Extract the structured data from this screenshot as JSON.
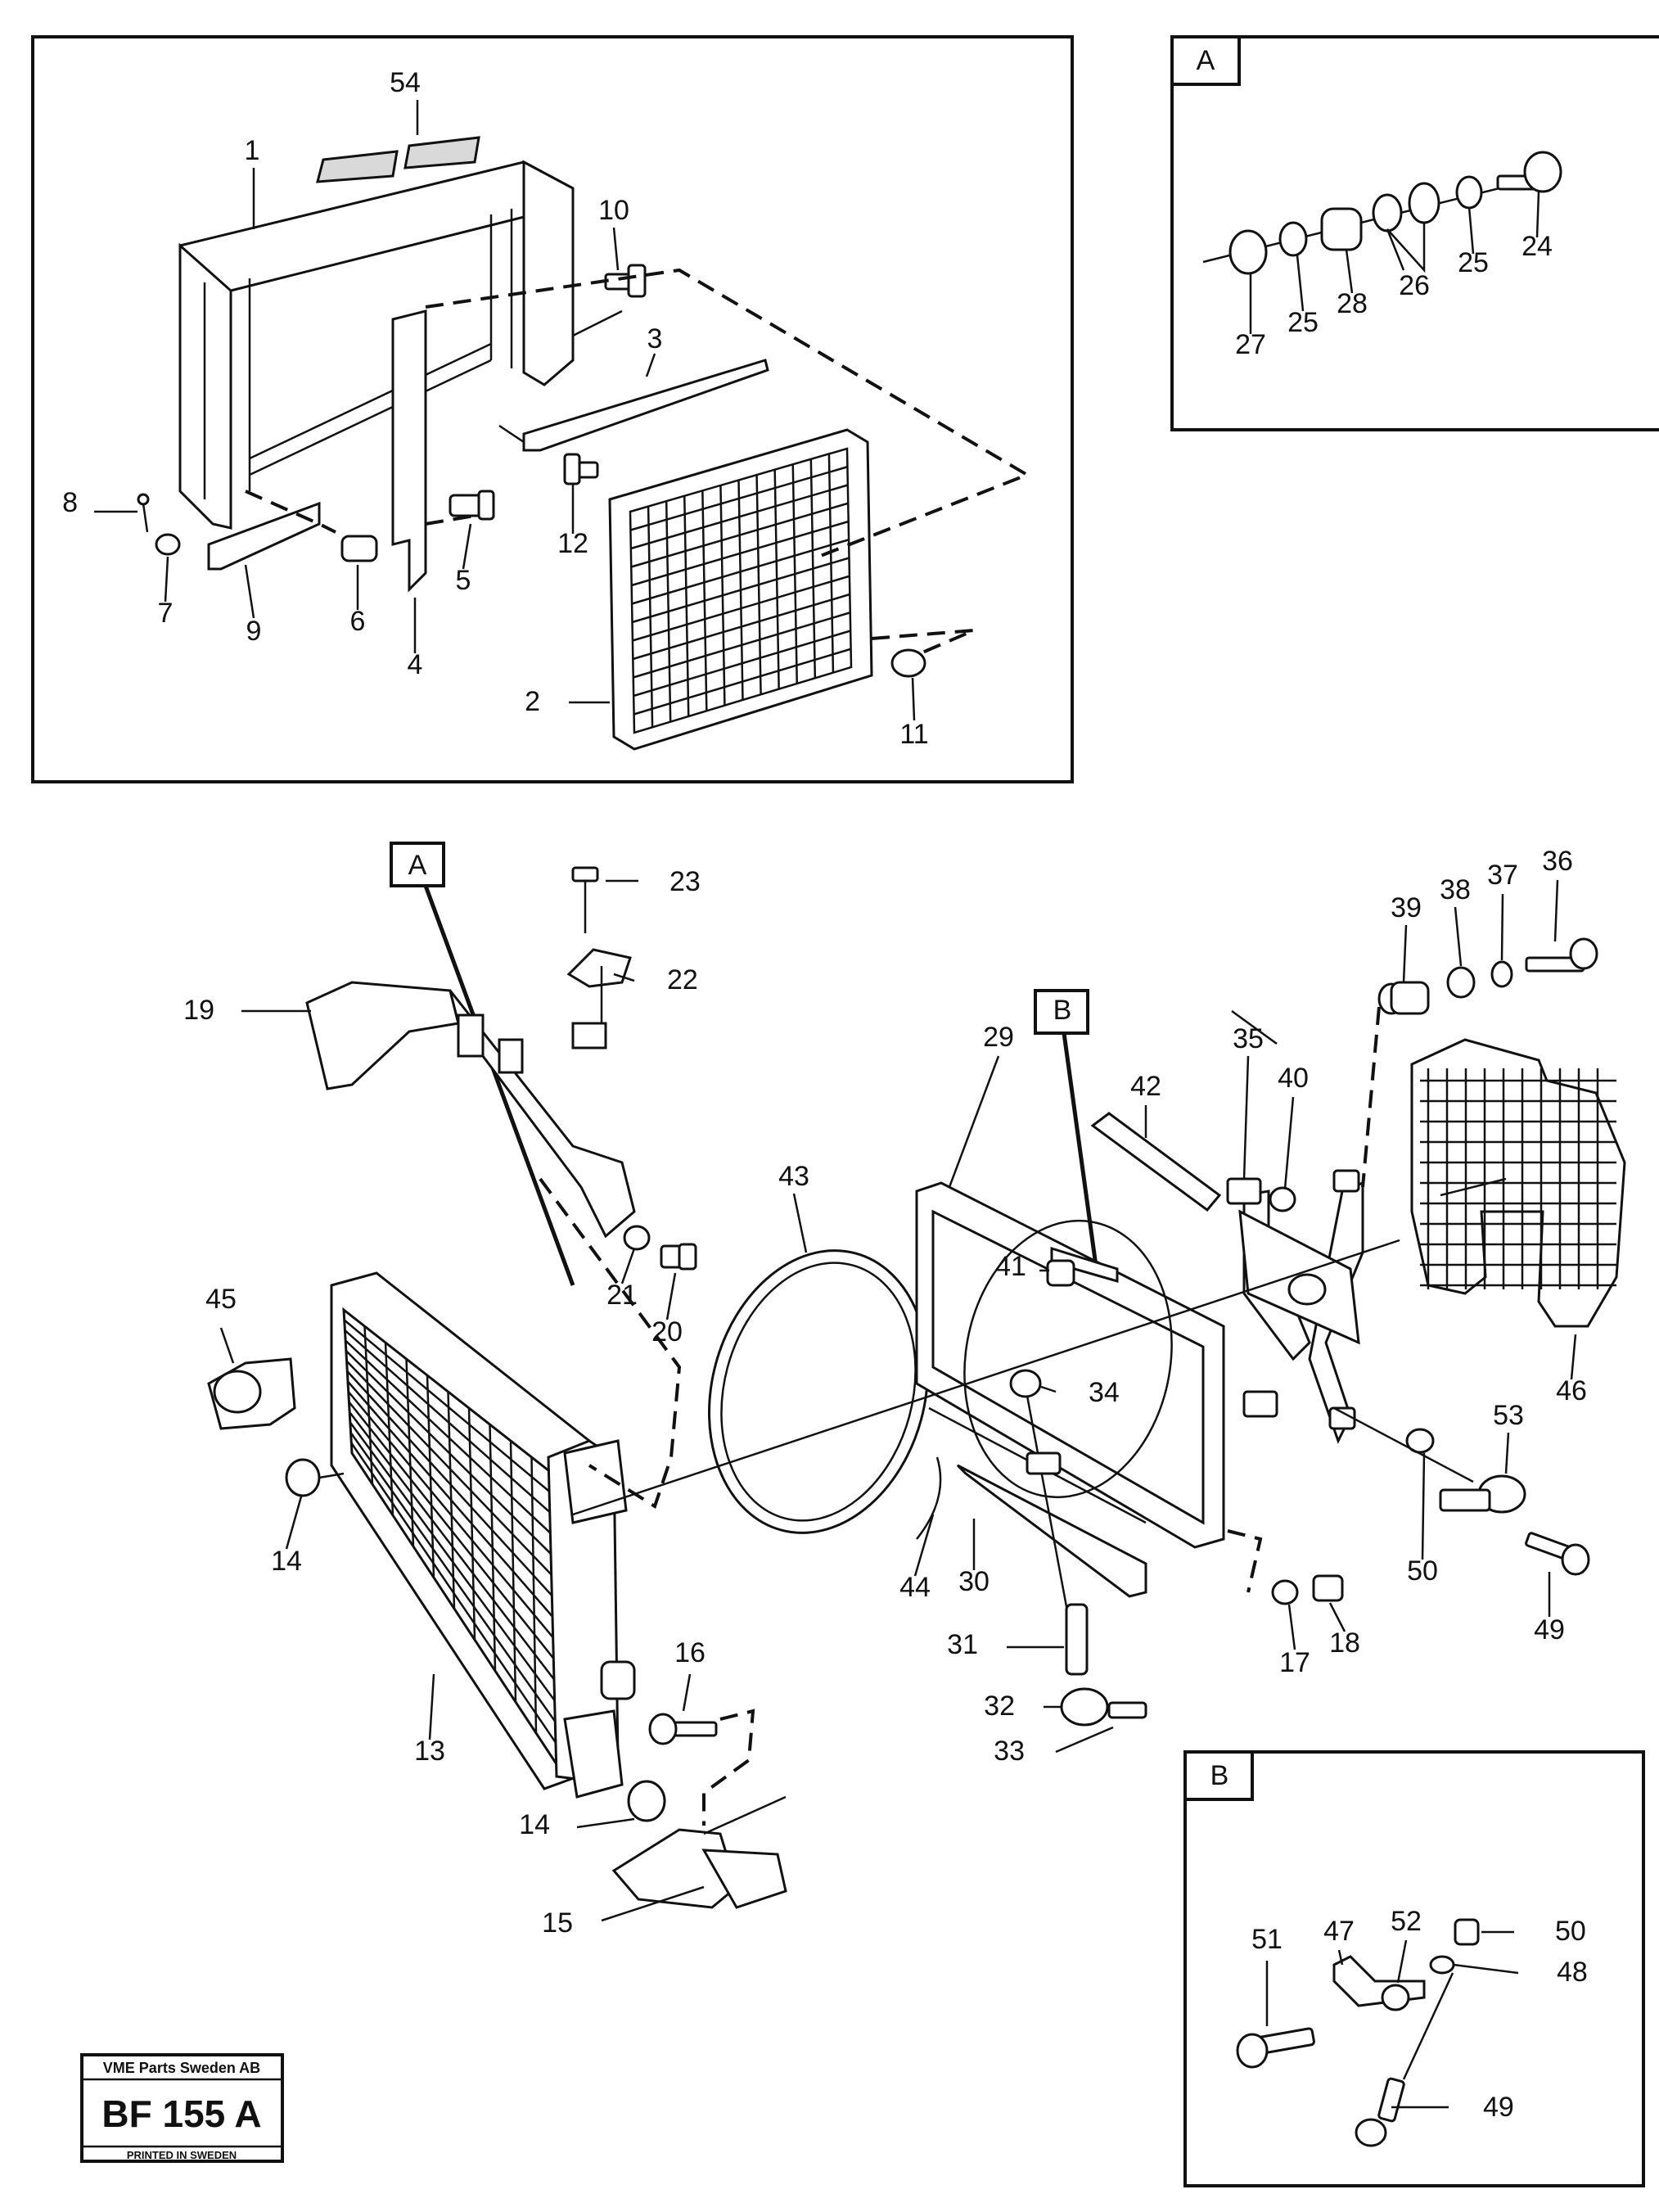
{
  "callouts": {
    "panel_top": [
      "54",
      "1",
      "10",
      "3",
      "8",
      "7",
      "9",
      "6",
      "4",
      "5",
      "12",
      "2",
      "11"
    ],
    "panel_a": [
      "A",
      "27",
      "25",
      "28",
      "26",
      "25",
      "24"
    ],
    "main": [
      "A",
      "23",
      "22",
      "19",
      "21",
      "20",
      "45",
      "14",
      "13",
      "14",
      "15",
      "16",
      "43",
      "44",
      "29",
      "B",
      "42",
      "35",
      "40",
      "41",
      "34",
      "30",
      "31",
      "32",
      "33",
      "39",
      "38",
      "37",
      "36",
      "46",
      "53",
      "50",
      "49",
      "17",
      "18"
    ],
    "panel_b": [
      "B",
      "51",
      "47",
      "52",
      "50",
      "48",
      "49"
    ]
  },
  "stamp": {
    "company": "VME Parts Sweden AB",
    "code": "BF 155 A",
    "printed": "PRINTED IN SWEDEN"
  }
}
